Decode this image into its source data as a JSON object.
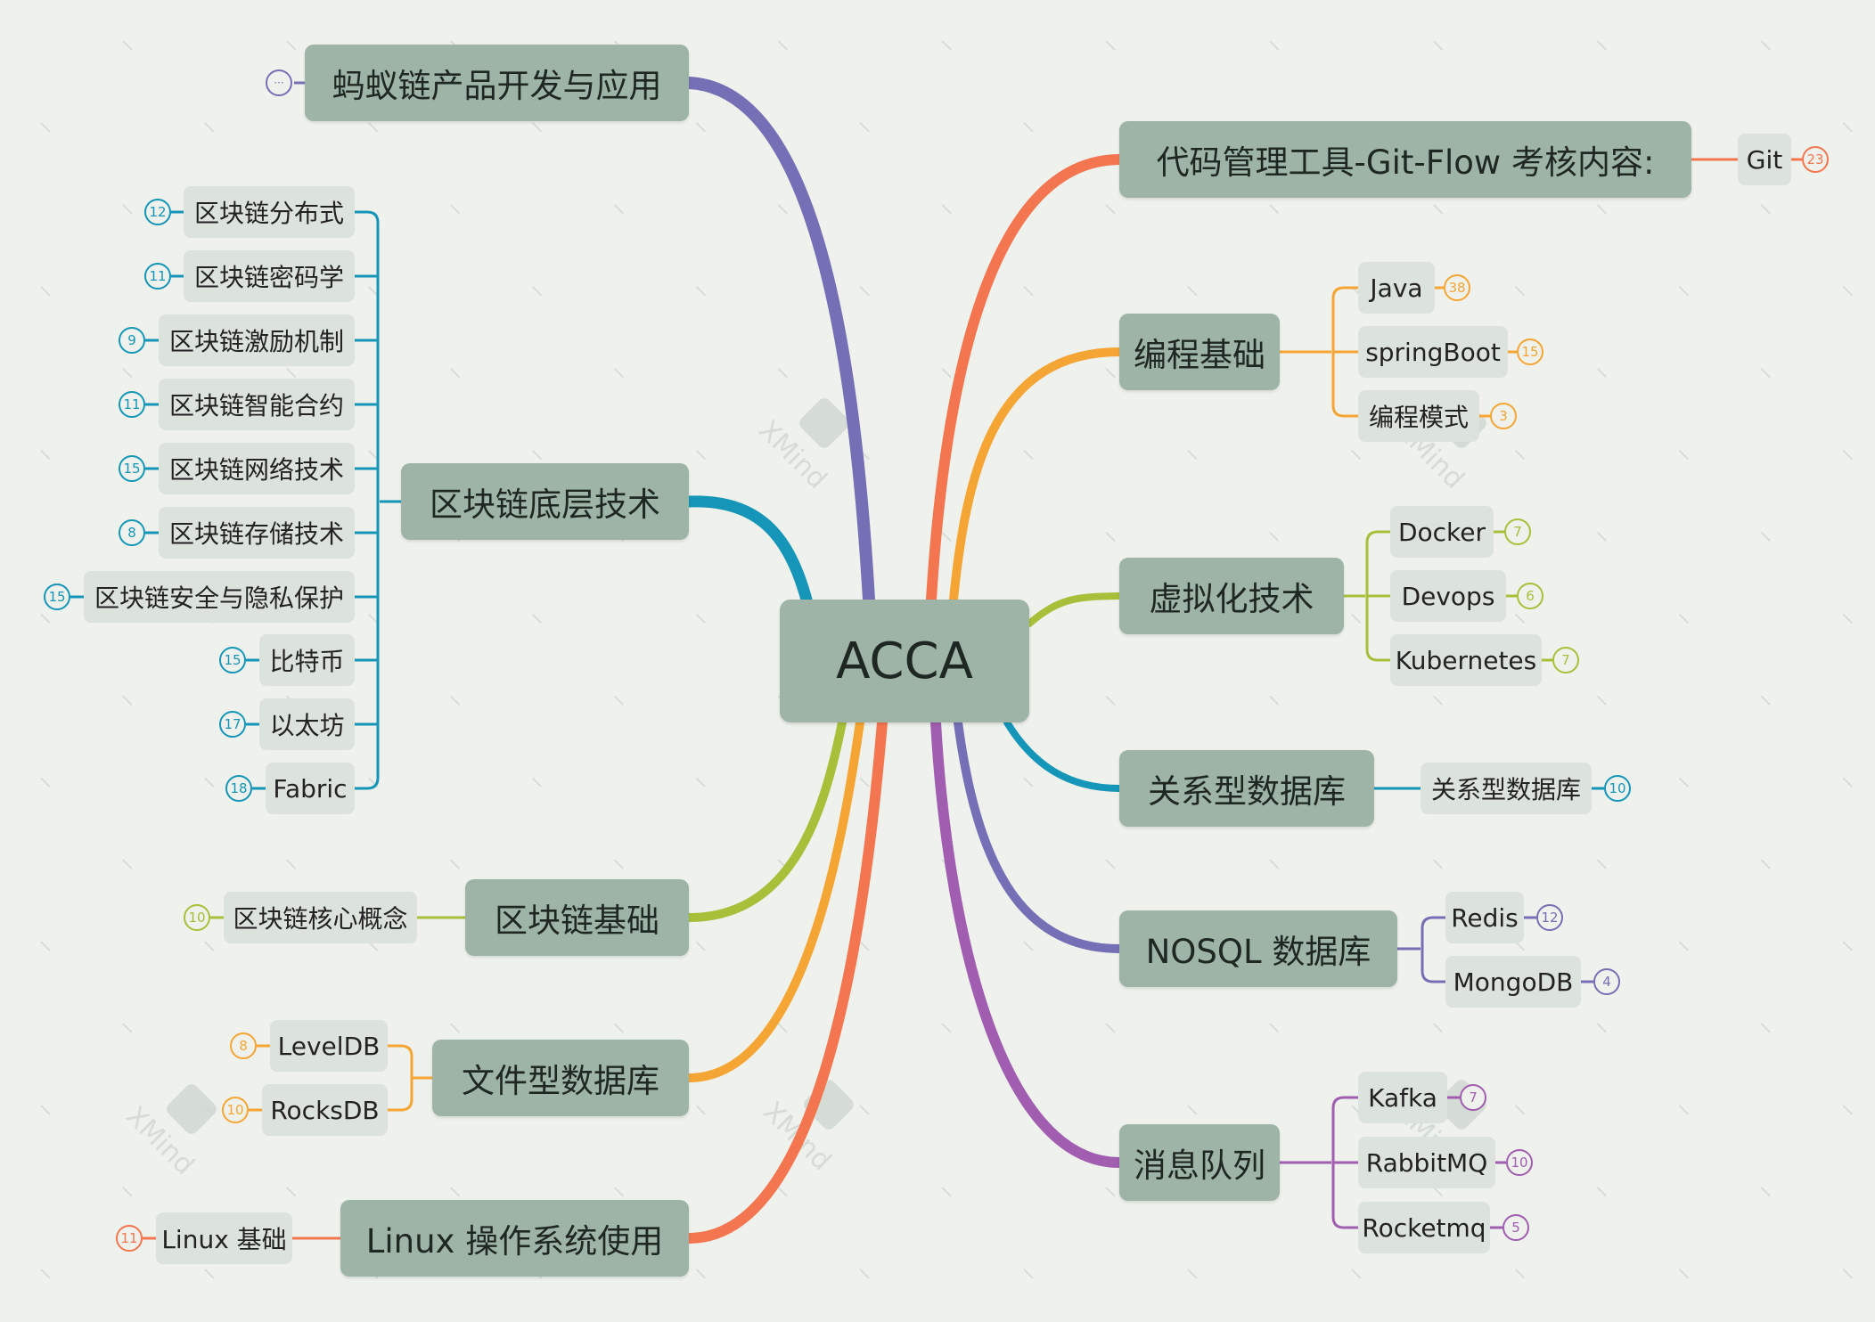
{
  "diagram": {
    "central_label": "ACCA",
    "left": {
      "ant_chain": {
        "label": "蚂蚁链产品开发与应用",
        "collapsed_marker": "···"
      },
      "underlying": {
        "label": "区块链底层技术",
        "children": [
          {
            "label": "区块链分布式",
            "count": "12"
          },
          {
            "label": "区块链密码学",
            "count": "11"
          },
          {
            "label": "区块链激励机制",
            "count": "9"
          },
          {
            "label": "区块链智能合约",
            "count": "11"
          },
          {
            "label": "区块链网络技术",
            "count": "15"
          },
          {
            "label": "区块链存储技术",
            "count": "8"
          },
          {
            "label": "区块链安全与隐私保护",
            "count": "15"
          },
          {
            "label": "比特币",
            "count": "15"
          },
          {
            "label": "以太坊",
            "count": "17"
          },
          {
            "label": "Fabric",
            "count": "18"
          }
        ]
      },
      "basics": {
        "label": "区块链基础",
        "children": [
          {
            "label": "区块链核心概念",
            "count": "10"
          }
        ]
      },
      "file_db": {
        "label": "文件型数据库",
        "children": [
          {
            "label": "LevelDB",
            "count": "8"
          },
          {
            "label": "RocksDB",
            "count": "10"
          }
        ]
      },
      "linux": {
        "label": "Linux 操作系统使用",
        "children": [
          {
            "label": "Linux 基础",
            "count": "11"
          }
        ]
      }
    },
    "right": {
      "git": {
        "label": "代码管理工具-Git-Flow 考核内容:",
        "children": [
          {
            "label": "Git",
            "count": "23"
          }
        ]
      },
      "programming": {
        "label": "编程基础",
        "children": [
          {
            "label": "Java",
            "count": "38"
          },
          {
            "label": "springBoot",
            "count": "15"
          },
          {
            "label": "编程模式",
            "count": "3"
          }
        ]
      },
      "virtualization": {
        "label": "虚拟化技术",
        "children": [
          {
            "label": "Docker",
            "count": "7"
          },
          {
            "label": "Devops",
            "count": "6"
          },
          {
            "label": "Kubernetes",
            "count": "7"
          }
        ]
      },
      "relational": {
        "label": "关系型数据库",
        "children": [
          {
            "label": "关系型数据库",
            "count": "10"
          }
        ]
      },
      "nosql": {
        "label": "NOSQL 数据库",
        "children": [
          {
            "label": "Redis",
            "count": "12"
          },
          {
            "label": "MongoDB",
            "count": "4"
          }
        ]
      },
      "mq": {
        "label": "消息队列",
        "children": [
          {
            "label": "Kafka",
            "count": "7"
          },
          {
            "label": "RabbitMQ",
            "count": "10"
          },
          {
            "label": "Rocketmq",
            "count": "5"
          }
        ]
      }
    }
  },
  "colors": {
    "background": "#eef1ec",
    "main_topic": "#9db4a6",
    "subtopic": "#dce3dd",
    "purple": "#7570b5",
    "teal": "#1596b8",
    "lime": "#a6c03a",
    "amber": "#f5a533",
    "coral": "#f47650",
    "violet": "#a15db0"
  },
  "watermark": "XMind"
}
